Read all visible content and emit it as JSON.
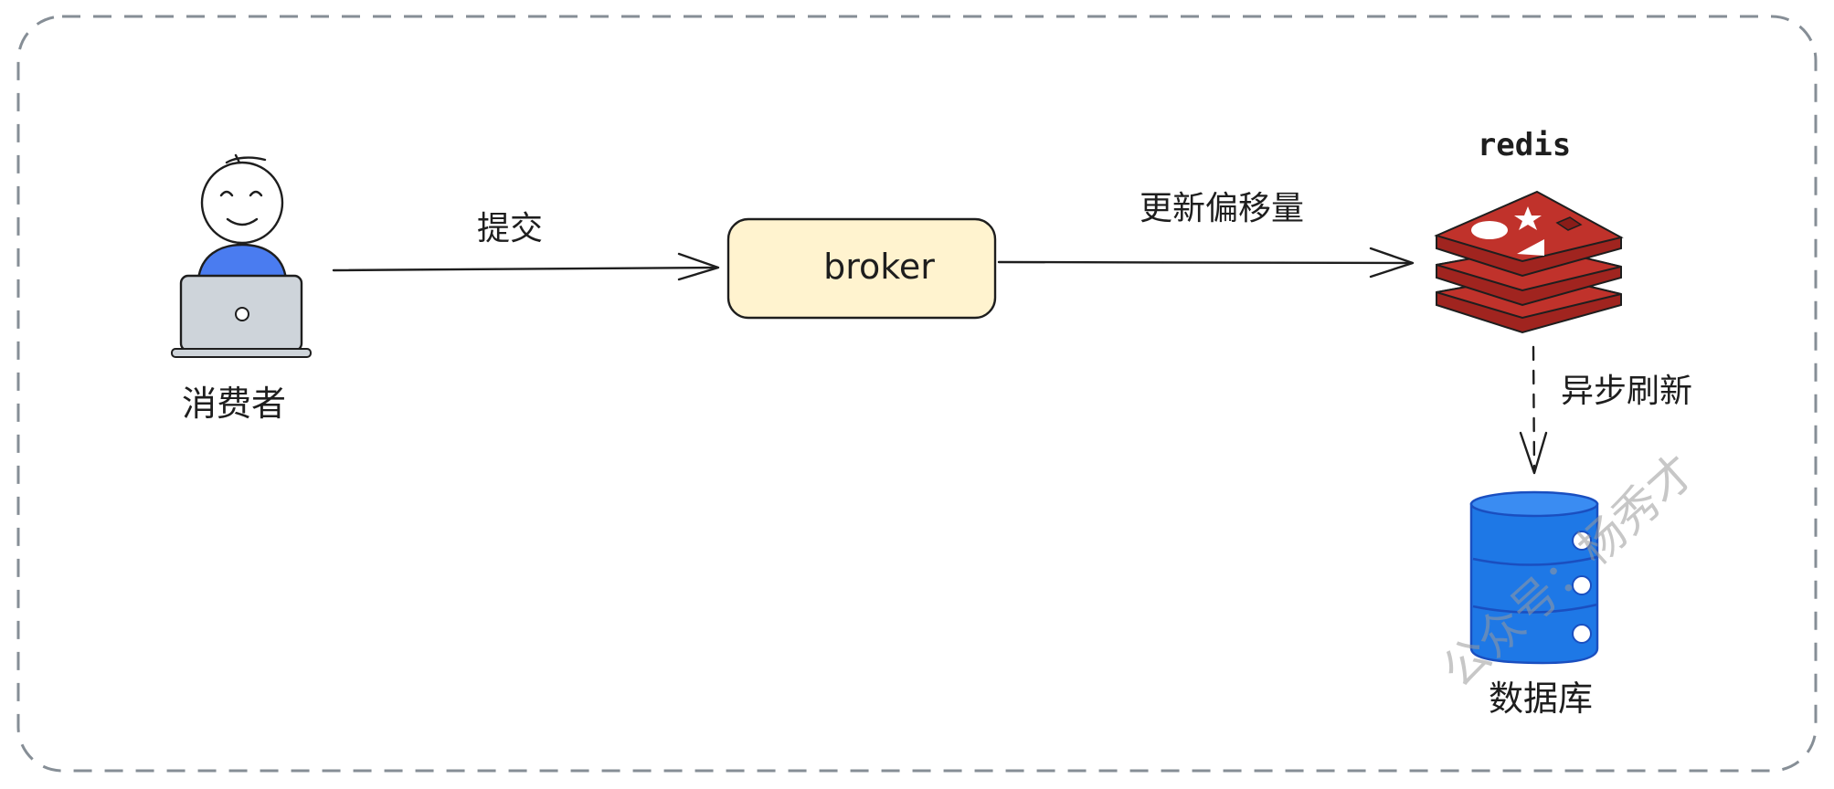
{
  "nodes": {
    "consumer": {
      "label": "消费者"
    },
    "broker": {
      "label": "broker",
      "fill": "#fff3cf"
    },
    "redis": {
      "label": "redis",
      "color": "#c0322b"
    },
    "database": {
      "label": "数据库",
      "color": "#1e78e6"
    }
  },
  "edges": {
    "submit": {
      "label": "提交"
    },
    "update_offset": {
      "label": "更新偏移量"
    },
    "async_flush": {
      "label": "异步刷新"
    }
  },
  "watermark": {
    "text": "公众号：杨秀才"
  },
  "colors": {
    "frame": "#868e96",
    "laptop": "#ced4da",
    "shirt": "#4a7cf0"
  }
}
